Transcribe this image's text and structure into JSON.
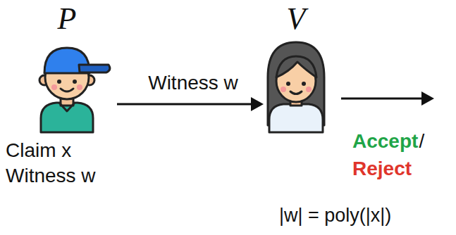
{
  "diagram": {
    "nodes": [
      {
        "text": [
          "P",
          "Claim x Witness w"
        ]
      },
      {
        "text": [
          "V"
        ]
      }
    ],
    "edges": [
      {
        "from": 0,
        "to": 1,
        "label": "Witness w",
        "arrow": "to"
      }
    ],
    "labels": [
      "Accept",
      "/",
      "Reject",
      "|w| = poly(|x|)"
    ]
  }
}
